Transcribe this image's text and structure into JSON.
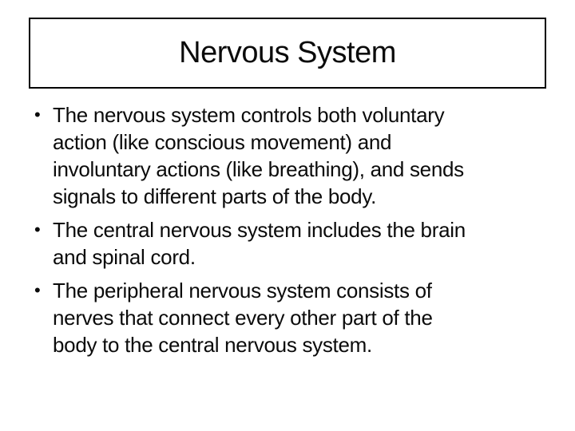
{
  "slide": {
    "title": "Nervous System",
    "bullet_marker": "•",
    "bullets": [
      {
        "marker": "•",
        "text": "The nervous system controls both voluntary\naction (like conscious movement) and\ninvoluntary actions (like breathing), and sends\nsignals to different parts of the body."
      },
      {
        "marker": "•",
        "text": "The central nervous system includes the brain\nand spinal cord."
      },
      {
        "marker": "•",
        "text": "The peripheral nervous system consists of\nnerves that connect every other part of the\nbody to the central nervous system."
      }
    ],
    "colors": {
      "background": "#ffffff",
      "text": "#0b0b0b",
      "title_box_border": "#000000"
    }
  }
}
